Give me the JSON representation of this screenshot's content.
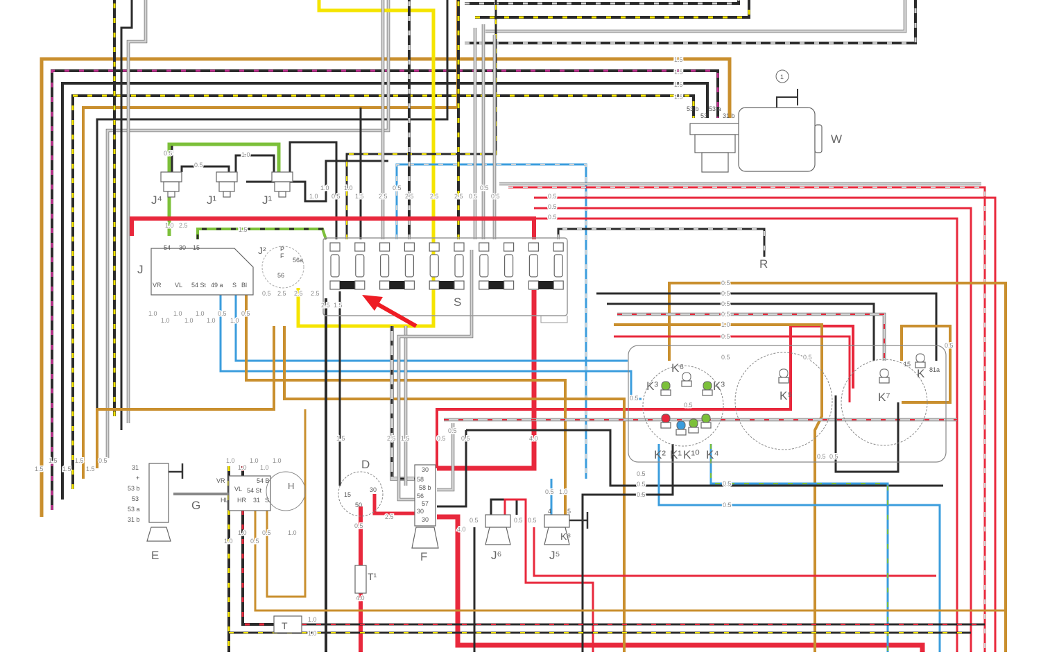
{
  "diagram": {
    "components": {
      "J4": "J⁴",
      "J1a": "J¹",
      "J1b": "J¹",
      "J": "J",
      "J2": "J²",
      "S": "S",
      "R": "R",
      "W": "W",
      "W_circle": "1",
      "K6": "K⁶",
      "K3a": "K³",
      "K3b": "K³",
      "K5": "K⁵",
      "K7": "K⁷",
      "K": "K",
      "K2": "K²",
      "K1": "K¹",
      "K10": "K¹⁰",
      "K4": "K⁴",
      "E": "E",
      "G": "G",
      "H": "H",
      "D": "D",
      "F": "F",
      "J6": "J⁶",
      "J5": "J⁵",
      "K8": "K⁸",
      "T1": "T¹",
      "T": "T"
    },
    "terminals": {
      "J_top": [
        "54",
        "30",
        "15"
      ],
      "J_bottom": [
        "VR",
        "VL",
        "54 St",
        "49 a",
        "S",
        "Bl"
      ],
      "J2": [
        "P",
        "F",
        "56a",
        "56"
      ],
      "W": [
        "53 b",
        "53",
        "53 a",
        "31 b"
      ],
      "E": [
        "31",
        "+",
        "53 b",
        "53",
        "53 a",
        "31 b"
      ],
      "G": [
        "VR",
        "VL",
        "54 B",
        "54 St",
        "HL",
        "HR",
        "31",
        "S"
      ],
      "D": [
        "15",
        "50",
        "30"
      ],
      "F": [
        "30",
        "58",
        "58 b",
        "56",
        "57",
        "30",
        "30"
      ],
      "J5": [
        "4",
        "5"
      ],
      "K": [
        "15",
        "81a"
      ]
    },
    "wire_gauges": [
      "1.5",
      "1.5",
      "1.5",
      "1.5",
      "0.5",
      "0.5",
      "1.0",
      "1.0",
      "1.0",
      "0.5",
      "1.0",
      "1.5",
      "2.5",
      "0.5",
      "2.5",
      "2.5",
      "2.5",
      "0.5",
      "0.5",
      "0.5",
      "0.5",
      "0.5",
      "0.5",
      "1.0",
      "2.5",
      "1.5",
      "0.5",
      "2.5",
      "2.5",
      "2.5",
      "0.5",
      "0.5",
      "0.5",
      "0.5",
      "1.0",
      "0.5",
      "0.5",
      "0.5",
      "0.5",
      "0.5",
      "0.5",
      "0.5",
      "0.5",
      "0.5",
      "0.5",
      "0.5",
      "0.5",
      "0.5",
      "1.0",
      "1.0",
      "1.0",
      "1.0",
      "1.0",
      "1.0",
      "0.5",
      "1.0",
      "0.5",
      "1.5",
      "1.5",
      "1.5",
      "1.5",
      "1.5",
      "0.5",
      "1.0",
      "1.0",
      "1.0",
      "1.0",
      "1.0",
      "1.0",
      "1.0",
      "0.5",
      "0.5",
      "1.0",
      "1.0",
      "1.0",
      "1.5",
      "2.5",
      "1.5",
      "0.5",
      "0.5",
      "0.5",
      "4.0",
      "2.5",
      "0.5",
      "4.0",
      "0.5",
      "0.5",
      "0.5",
      "0.5",
      "1.0",
      "4.0",
      "2.5",
      "1.5"
    ],
    "colors": {
      "black": "#2b2b2b",
      "white": "#d2d2d2",
      "yellow": "#f5e400",
      "red": "#e8283c",
      "brown": "#c98f2e",
      "blue": "#3b9ddd",
      "green": "#7cc03a",
      "magenta": "#c0308f",
      "annotation_arrow": "#ee1c24"
    }
  }
}
